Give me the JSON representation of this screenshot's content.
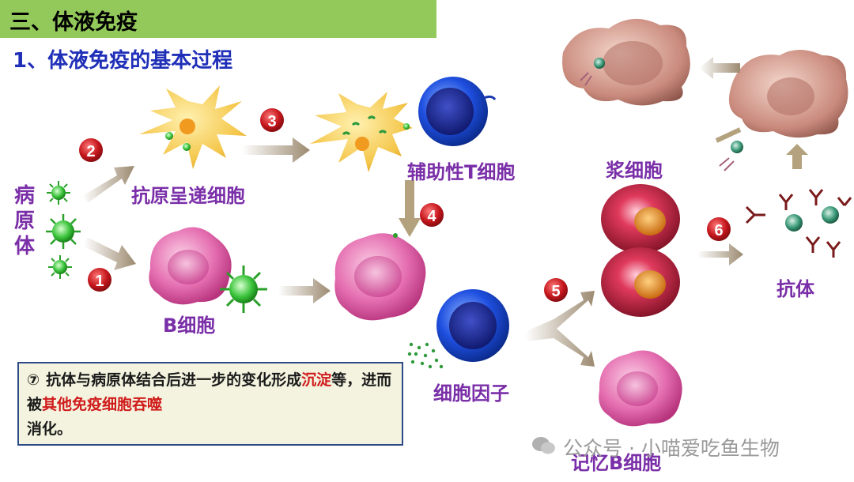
{
  "header": {
    "section_title": "三、体液免疫",
    "subtitle": "1、体液免疫的基本过程"
  },
  "labels": {
    "pathogen": "病原体",
    "apc": "抗原呈递细胞",
    "helper_t": "辅助性T细胞",
    "b_cell": "B细胞",
    "cytokine": "细胞因子",
    "plasma_cell": "浆细胞",
    "memory_b": "记忆B细胞",
    "antibody": "抗体"
  },
  "steps": [
    "1",
    "2",
    "3",
    "4",
    "5",
    "6"
  ],
  "note": {
    "marker": "⑦",
    "part1": "抗体与病原体结合后进一步的变化形成",
    "highlight1": "沉淀",
    "part2": "等，进而被",
    "highlight2": "其他免疫细胞吞噬",
    "part3": "消化。"
  },
  "watermark": "公众号 · 小喵爱吃鱼生物",
  "colors": {
    "title_bg": "#93c95a",
    "subtitle": "#1f2fb8",
    "label": "#7a2fa8",
    "highlight": "#d01b1b",
    "badge": "#c4161c"
  }
}
